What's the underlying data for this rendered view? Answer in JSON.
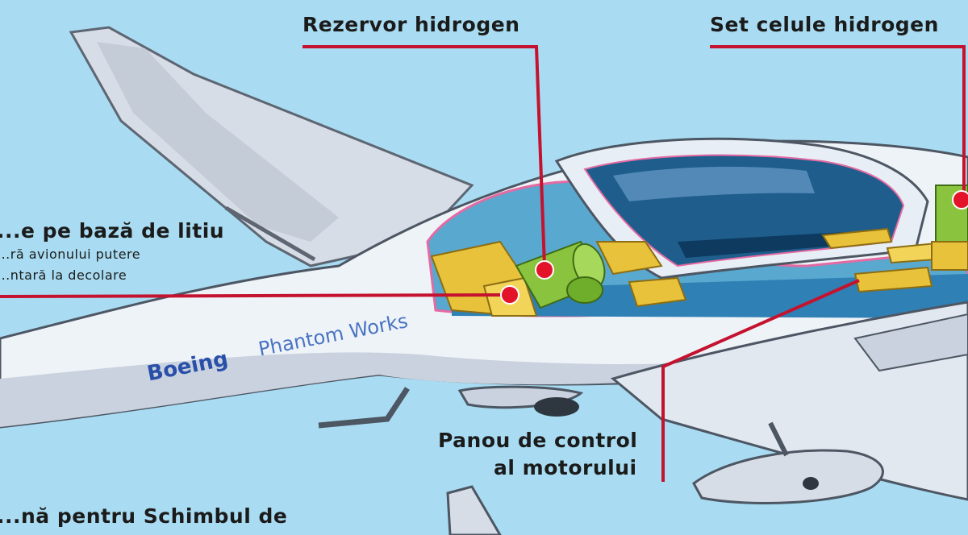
{
  "colors": {
    "sky": "#a9dcf2",
    "fuselage": "#eef3f8",
    "leader_line": "#c4122f",
    "marker": "#e3142a",
    "tank": "#8ac43f",
    "fuel_cell": "#e8c23a",
    "brand": "#2a4fa8"
  },
  "labels": {
    "hydrogen_tank": "Rezervor hidrogen",
    "fuel_cell_set": "Set celule hidrogen",
    "lithium_battery_line1": "...e pe bază de litiu",
    "lithium_battery_line2": "...ră avionului putere",
    "lithium_battery_line3": "...ntară la decolare",
    "engine_control_line1": "Panou de control",
    "engine_control_line2": "al motorului",
    "heat_exchange": "...nă pentru Schimbul de"
  },
  "branding": {
    "maker": "Boeing",
    "division": "Phantom Works"
  }
}
